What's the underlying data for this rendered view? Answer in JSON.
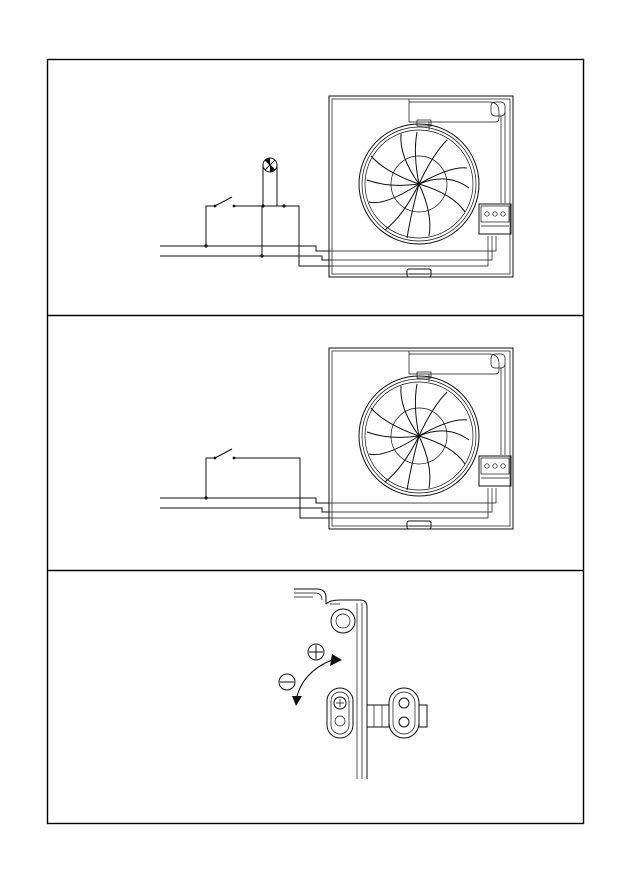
{
  "page": {
    "panels": [
      {
        "name": "wiring-with-lamp",
        "fan": "fan-unit",
        "has_lamp": true
      },
      {
        "name": "wiring-switch-only",
        "fan": "fan-unit",
        "has_lamp": false
      },
      {
        "name": "timer-adjustment",
        "symbols": [
          "plus-icon",
          "minus-icon"
        ]
      }
    ],
    "colors": {
      "line": "#111111",
      "background": "#ffffff"
    }
  }
}
